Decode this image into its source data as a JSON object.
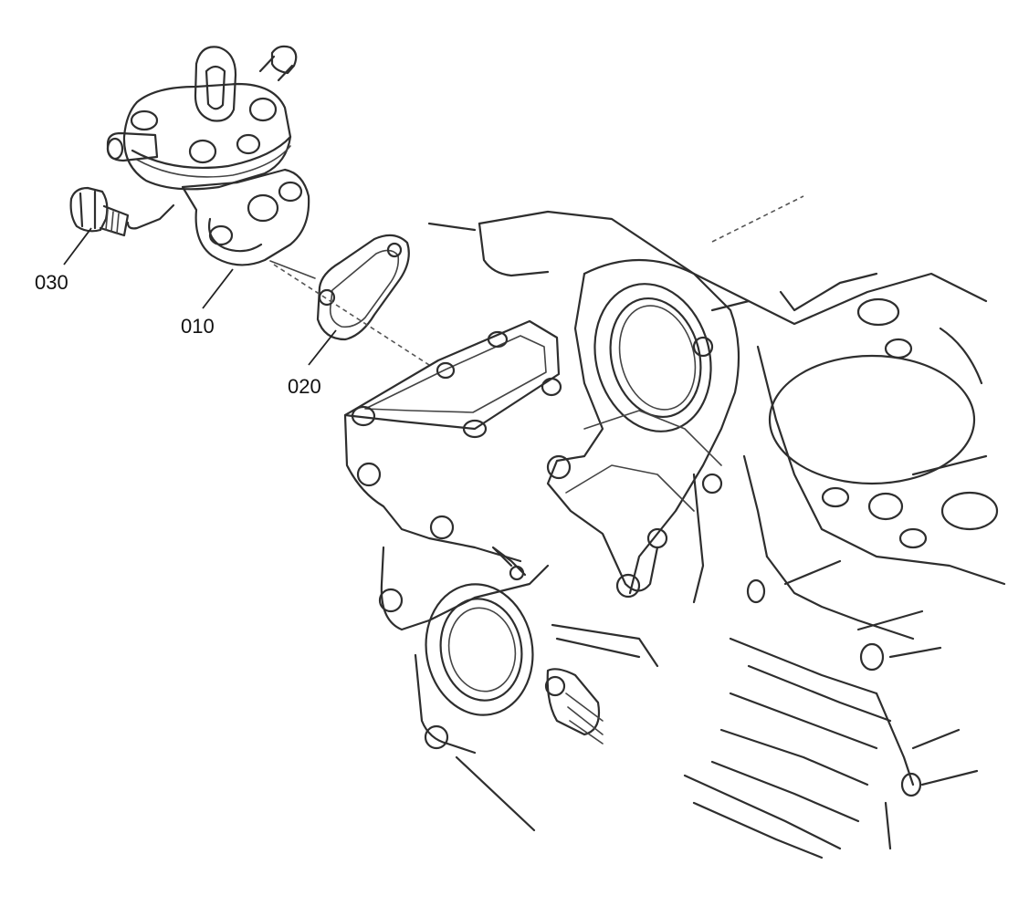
{
  "callouts": {
    "c030": "030",
    "c010": "010",
    "c020": "020"
  },
  "colors": {
    "line": "#2e2e2e",
    "background": "#ffffff"
  }
}
